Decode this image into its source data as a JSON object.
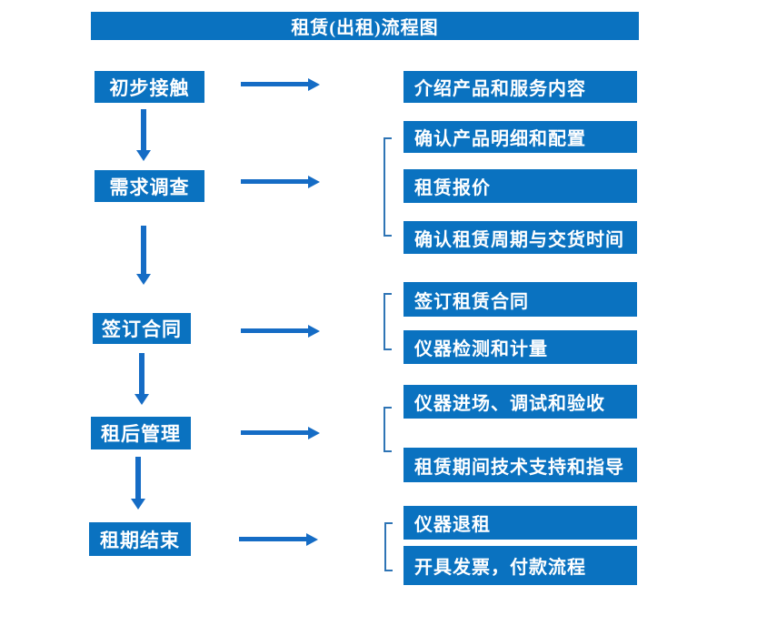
{
  "flow": {
    "title": "租赁(出租)流程图",
    "steps": [
      {
        "label": "初步接触",
        "details": [
          "介绍产品和服务内容"
        ]
      },
      {
        "label": "需求调查",
        "details": [
          "确认产品明细和配置",
          "租赁报价",
          "确认租赁周期与交货时间"
        ]
      },
      {
        "label": "签订合同",
        "details": [
          "签订租赁合同",
          "仪器检测和计量"
        ]
      },
      {
        "label": "租后管理",
        "details": [
          "仪器进场、调试和验收",
          "租赁期间技术支持和指导"
        ]
      },
      {
        "label": "租期结束",
        "details": [
          "仪器退租",
          "开具发票，付款流程"
        ]
      }
    ]
  },
  "colors": {
    "box_blue": "#0a72c0",
    "arrow_blue": "#156cc5",
    "bracket_blue": "#2e74b5",
    "text_white": "#ffffff",
    "background": "#ffffff"
  }
}
